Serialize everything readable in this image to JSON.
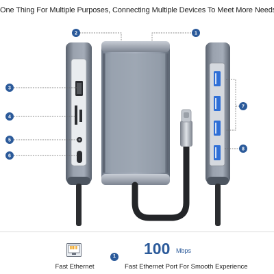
{
  "headline": "One Thing For Multiple Purposes, Connecting Multiple Devices To Meet More Needs",
  "callouts": {
    "c1": "1",
    "c2": "2",
    "c3": "3",
    "c4": "4",
    "c5": "5",
    "c6": "6",
    "c7": "7",
    "c8": "8"
  },
  "feature": {
    "icon": "ethernet-port-icon",
    "label": "Fast Ethernet",
    "badge": "1",
    "speed_value": "100",
    "speed_unit": "Mbps",
    "caption": "Fast Ethernet Port For Smooth Experience"
  },
  "colors": {
    "badge": "#2b5a9a",
    "speed": "#2b5a9a",
    "hub_body": "#8c96a5",
    "usb_port": "#2f6fd6"
  }
}
